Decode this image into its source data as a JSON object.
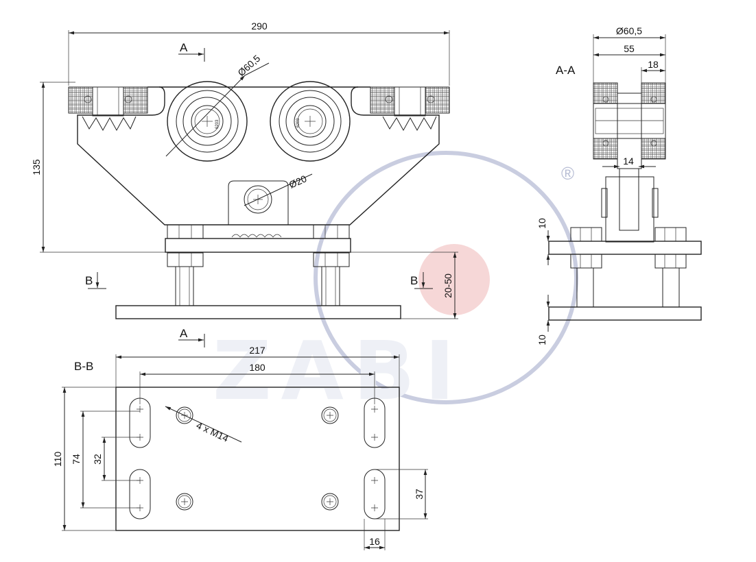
{
  "dimensions": {
    "overall_width": "290",
    "height": "135",
    "wheel_diameter_front": "Ø60,5",
    "axle_diameter": "Ø20",
    "adjust_range": "20-50",
    "wheel_diameter_side": "Ø60,5",
    "side_width": "55",
    "side_bearing": "18",
    "side_web": "14",
    "side_plate_top": "10",
    "side_plate_bottom": "10",
    "plate_length": "217",
    "slot_spacing": "180",
    "plate_width": "110",
    "slot_span": "74",
    "hole_spacing": "32",
    "slot_length": "37",
    "slot_width": "16",
    "thread_callout": "4 x M14"
  },
  "labels": {
    "section_a_top": "A",
    "section_a_bottom": "A",
    "section_b_left": "B",
    "section_b_right": "B",
    "view_aa": "A-A",
    "view_bb": "B-B",
    "bearing_mark": "6203"
  },
  "watermark": {
    "text": "ZABI",
    "registered": "®"
  },
  "colors": {
    "line": "#222222",
    "watermark": "#c9cde0",
    "watermark_red": "#f6d7d7"
  }
}
